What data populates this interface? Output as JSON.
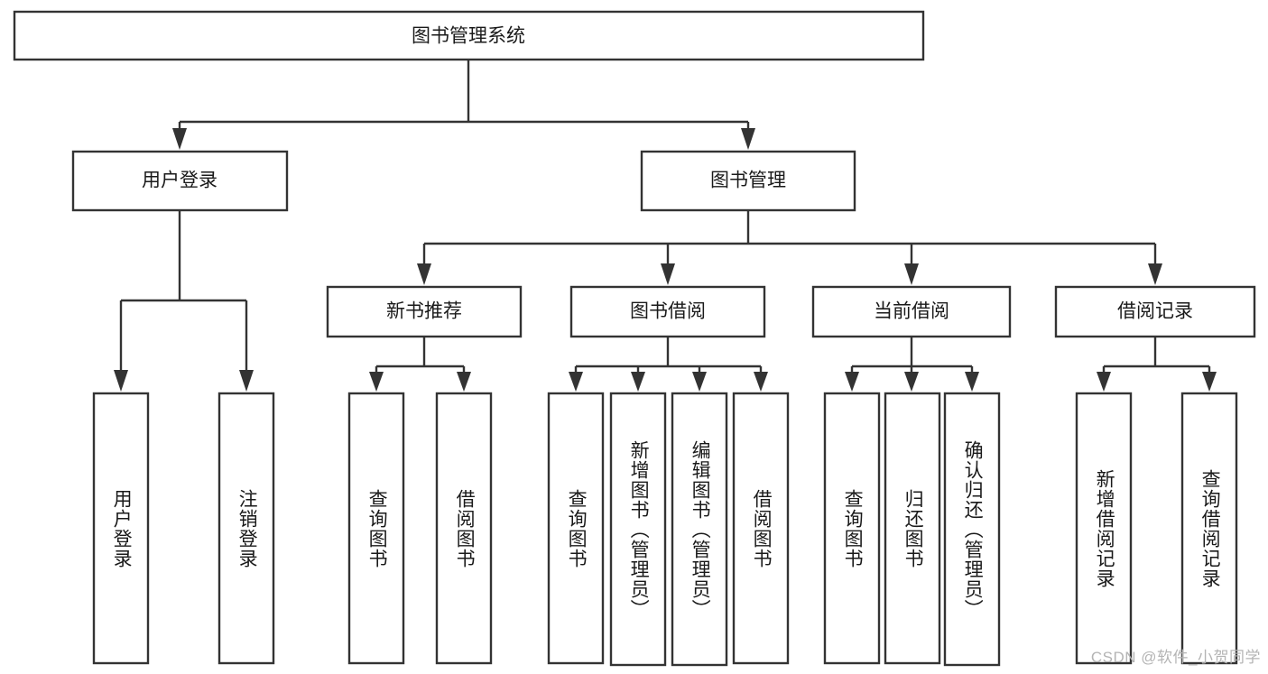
{
  "diagram": {
    "title": "图书管理系统",
    "type": "tree",
    "watermark": "CSDN @软件_小贺同学",
    "colors": {
      "box_stroke": "#333333",
      "box_fill": "#ffffff",
      "text": "#1a1a1a",
      "background": "#ffffff",
      "watermark": "#b4b4b4"
    },
    "levels": {
      "root": "图书管理系统",
      "level2": [
        "用户登录",
        "图书管理"
      ],
      "level3": [
        "新书推荐",
        "图书借阅",
        "当前借阅",
        "借阅记录"
      ]
    },
    "nodes": {
      "root": {
        "label": "图书管理系统",
        "orientation": "horizontal"
      },
      "user_login": {
        "label": "用户登录",
        "orientation": "horizontal"
      },
      "book_manage": {
        "label": "图书管理",
        "orientation": "horizontal"
      },
      "new_book_rec": {
        "label": "新书推荐",
        "orientation": "horizontal"
      },
      "book_borrow": {
        "label": "图书借阅",
        "orientation": "horizontal"
      },
      "current_borrow": {
        "label": "当前借阅",
        "orientation": "horizontal"
      },
      "borrow_record": {
        "label": "借阅记录",
        "orientation": "horizontal"
      },
      "leaf_1": {
        "label": "用户登录",
        "orientation": "vertical",
        "parent": "用户登录"
      },
      "leaf_2": {
        "label": "注销登录",
        "orientation": "vertical",
        "parent": "用户登录"
      },
      "leaf_3": {
        "label": "查询图书",
        "orientation": "vertical",
        "parent": "新书推荐"
      },
      "leaf_4": {
        "label": "借阅图书",
        "orientation": "vertical",
        "parent": "新书推荐"
      },
      "leaf_5": {
        "label": "查询图书",
        "orientation": "vertical",
        "parent": "图书借阅"
      },
      "leaf_6": {
        "label": "新增图书（管理员）",
        "orientation": "vertical",
        "parent": "图书借阅"
      },
      "leaf_7": {
        "label": "编辑图书（管理员）",
        "orientation": "vertical",
        "parent": "图书借阅"
      },
      "leaf_8": {
        "label": "借阅图书",
        "orientation": "vertical",
        "parent": "图书借阅"
      },
      "leaf_9": {
        "label": "查询图书",
        "orientation": "vertical",
        "parent": "当前借阅"
      },
      "leaf_10": {
        "label": "归还图书",
        "orientation": "vertical",
        "parent": "当前借阅"
      },
      "leaf_11": {
        "label": "确认归还（管理员）",
        "orientation": "vertical",
        "parent": "当前借阅"
      },
      "leaf_12": {
        "label": "新增借阅记录",
        "orientation": "vertical",
        "parent": "借阅记录"
      },
      "leaf_13": {
        "label": "查询借阅记录",
        "orientation": "vertical",
        "parent": "借阅记录"
      }
    }
  }
}
